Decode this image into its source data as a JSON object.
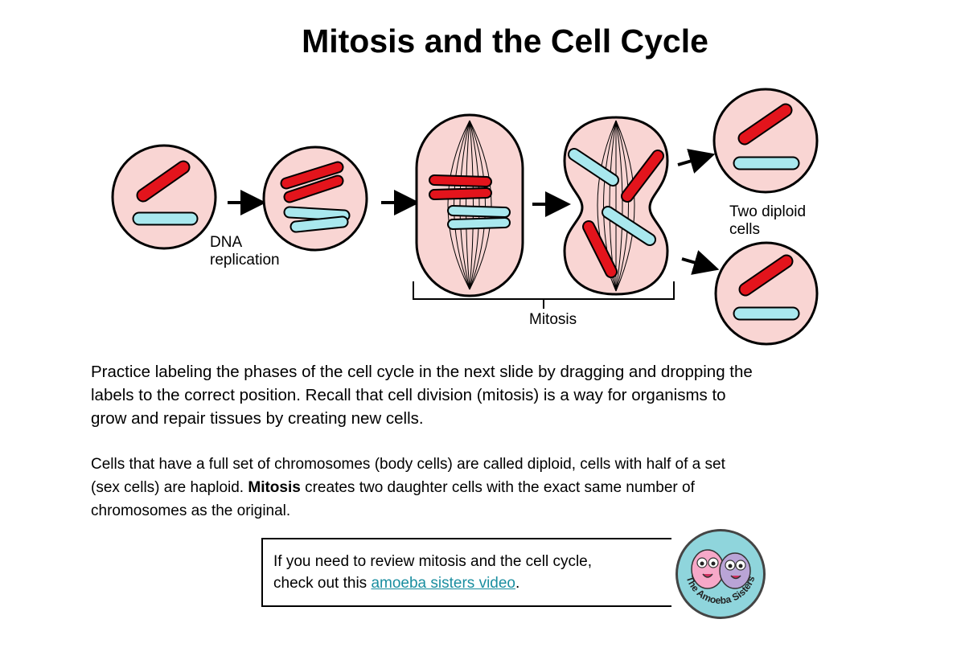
{
  "title": "Mitosis and the Cell Cycle",
  "labels": {
    "dna_replication_line1": "DNA",
    "dna_replication_line2": "replication",
    "mitosis": "Mitosis",
    "two_diploid_line1": "Two diploid",
    "two_diploid_line2": "cells"
  },
  "paragraph1": {
    "line1": "Practice labeling the phases of the cell cycle in the next slide by dragging and dropping the",
    "line2": "labels to the correct position.   Recall that cell division (mitosis) is a way for organisms to",
    "line3": "grow and repair tissues by creating new cells."
  },
  "paragraph2": {
    "line1": "Cells that have a full set of chromosomes (body cells) are called diploid, cells with half of a set",
    "line2_pre": "(sex cells) are haploid.  ",
    "line2_bold": "Mitosis",
    "line2_post": " creates two daughter cells with the exact same number of",
    "line3": "chromosomes as the original."
  },
  "review_box": {
    "line1": "If you need to review mitosis and the cell cycle,",
    "line2_pre": "check out this ",
    "link_text": "amoeba sisters video",
    "line2_post": "."
  },
  "logo_text": "The Amoeba Sisters",
  "colors": {
    "cell_fill": "#f9d5d3",
    "chromosome_red": "#e3141c",
    "chromosome_blue": "#a9e8ee",
    "link": "#1a8ea0",
    "logo_bg": "#8fd5dc"
  }
}
